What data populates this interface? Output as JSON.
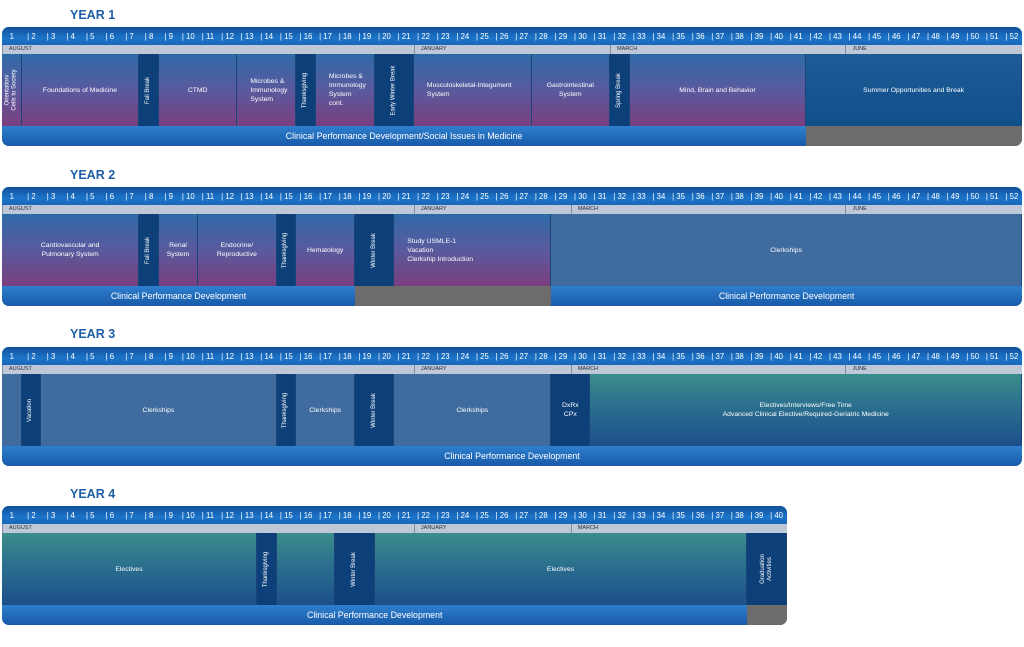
{
  "years": [
    {
      "title": "YEAR 1",
      "weeks": 52,
      "months": [
        {
          "label": "AUGUST",
          "start": 1
        },
        {
          "label": "JANUARY",
          "start": 22
        },
        {
          "label": "MARCH",
          "start": 32
        },
        {
          "label": "JUNE",
          "start": 44
        }
      ],
      "blocks": [
        {
          "label": "Orientation/\nCells to Society",
          "start": 1,
          "end": 1,
          "style": "purple",
          "vertical": true
        },
        {
          "label": "Foundations of Medicine",
          "start": 2,
          "end": 7,
          "style": "purple"
        },
        {
          "label": "Fall Break",
          "start": 8,
          "end": 8,
          "style": "dark",
          "vertical": true
        },
        {
          "label": "CTMD",
          "start": 9,
          "end": 12,
          "style": "purple"
        },
        {
          "label": "Microbes &\nImmunology\nSystem",
          "start": 13,
          "end": 15,
          "style": "purple",
          "align": "left"
        },
        {
          "label": "Thanksgiving",
          "start": 16,
          "end": 16,
          "style": "dark",
          "vertical": true
        },
        {
          "label": "Microbes &\nImmunology\nSystem\ncont.",
          "start": 17,
          "end": 19,
          "style": "purple",
          "align": "left"
        },
        {
          "label": "Early Winter Break",
          "start": 20,
          "end": 21,
          "style": "dark",
          "vertical": true
        },
        {
          "label": "Musculoskeletal-Integument\nSystem",
          "start": 22,
          "end": 27,
          "style": "purple",
          "align": "left"
        },
        {
          "label": "Gastrointestinal\nSystem",
          "start": 28,
          "end": 31,
          "style": "purple"
        },
        {
          "label": "Spring Break",
          "start": 32,
          "end": 32,
          "style": "dark",
          "vertical": true
        },
        {
          "label": "Mind, Brain and Behavior",
          "start": 33,
          "end": 41,
          "style": "purple"
        },
        {
          "label": "Summer Opportunities and Break",
          "start": 42,
          "end": 52,
          "style": "summer",
          "full": true
        }
      ],
      "footer": [
        {
          "label": "Clinical Performance Development/Social Issues in Medicine",
          "start": 1,
          "end": 41,
          "style": "blue"
        },
        {
          "label": "",
          "start": 42,
          "end": 52,
          "style": "gray"
        }
      ]
    },
    {
      "title": "YEAR 2",
      "weeks": 52,
      "months": [
        {
          "label": "AUGUST",
          "start": 1
        },
        {
          "label": "JANUARY",
          "start": 22
        },
        {
          "label": "MARCH",
          "start": 30
        },
        {
          "label": "JUNE",
          "start": 44
        }
      ],
      "blocks": [
        {
          "label": "Cardiovascular and\nPulmonary System",
          "start": 1,
          "end": 7,
          "style": "purple"
        },
        {
          "label": "Fall Break",
          "start": 8,
          "end": 8,
          "style": "dark",
          "vertical": true
        },
        {
          "label": "Renal\nSystem",
          "start": 9,
          "end": 10,
          "style": "purple"
        },
        {
          "label": "Endocrine/\nReproductive",
          "start": 11,
          "end": 14,
          "style": "purple"
        },
        {
          "label": "Thanksgiving",
          "start": 15,
          "end": 15,
          "style": "dark",
          "vertical": true
        },
        {
          "label": "Hematology",
          "start": 16,
          "end": 18,
          "style": "purple"
        },
        {
          "label": "Winter Break",
          "start": 19,
          "end": 20,
          "style": "dark",
          "vertical": true
        },
        {
          "label": "Study USMLE-1\nVacation\nClerkship Introduction",
          "start": 21,
          "end": 28,
          "style": "purple",
          "align": "left"
        },
        {
          "label": "Clerkships",
          "start": 29,
          "end": 52,
          "style": "blue"
        }
      ],
      "footer": [
        {
          "label": "Clinical Performance Development",
          "start": 1,
          "end": 18,
          "style": "blue"
        },
        {
          "label": "",
          "start": 19,
          "end": 28,
          "style": "gray"
        },
        {
          "label": "Clinical Performance Development",
          "start": 29,
          "end": 52,
          "style": "blue"
        }
      ]
    },
    {
      "title": "YEAR 3",
      "weeks": 52,
      "months": [
        {
          "label": "AUGUST",
          "start": 1
        },
        {
          "label": "JANUARY",
          "start": 22
        },
        {
          "label": "MARCH",
          "start": 30
        },
        {
          "label": "JUNE",
          "start": 44
        }
      ],
      "blocks": [
        {
          "label": "",
          "start": 1,
          "end": 1,
          "style": "blue"
        },
        {
          "label": "Vacation",
          "start": 2,
          "end": 2,
          "style": "dark",
          "vertical": true
        },
        {
          "label": "Clerkships",
          "start": 3,
          "end": 14,
          "style": "blue"
        },
        {
          "label": "Thanksgiving",
          "start": 15,
          "end": 15,
          "style": "dark",
          "vertical": true
        },
        {
          "label": "Clerkships",
          "start": 16,
          "end": 18,
          "style": "blue"
        },
        {
          "label": "Winter Break",
          "start": 19,
          "end": 20,
          "style": "dark",
          "vertical": true
        },
        {
          "label": "Clerkships",
          "start": 21,
          "end": 28,
          "style": "blue"
        },
        {
          "label": "DxRx\nCPx",
          "start": 29,
          "end": 30,
          "style": "dark"
        },
        {
          "label": "Electives/Interviews/Free Time\nAdvanced Clinical Elective/Required-Geriatric Medicine",
          "start": 31,
          "end": 52,
          "style": "teal"
        }
      ],
      "footer": [
        {
          "label": "Clinical Performance Development",
          "start": 1,
          "end": 52,
          "style": "blue"
        }
      ]
    },
    {
      "title": "YEAR 4",
      "weeks": 40,
      "months": [
        {
          "label": "AUGUST",
          "start": 1
        },
        {
          "label": "JANUARY",
          "start": 22
        },
        {
          "label": "MARCH",
          "start": 30
        }
      ],
      "blocks": [
        {
          "label": "Electives",
          "start": 1,
          "end": 13,
          "style": "teal"
        },
        {
          "label": "Thanksgiving",
          "start": 14,
          "end": 14,
          "style": "dark",
          "vertical": true
        },
        {
          "label": "",
          "start": 15,
          "end": 17,
          "style": "teal"
        },
        {
          "label": "Winter Break",
          "start": 18,
          "end": 19,
          "style": "dark",
          "vertical": true
        },
        {
          "label": "Electives",
          "start": 20,
          "end": 38,
          "style": "teal"
        },
        {
          "label": "Graduation\nActivities",
          "start": 39,
          "end": 40,
          "style": "dark",
          "vertical": true
        }
      ],
      "footer": [
        {
          "label": "Clinical Performance Development",
          "start": 1,
          "end": 38,
          "style": "blue"
        },
        {
          "label": "",
          "start": 39,
          "end": 40,
          "style": "gray"
        }
      ]
    }
  ]
}
